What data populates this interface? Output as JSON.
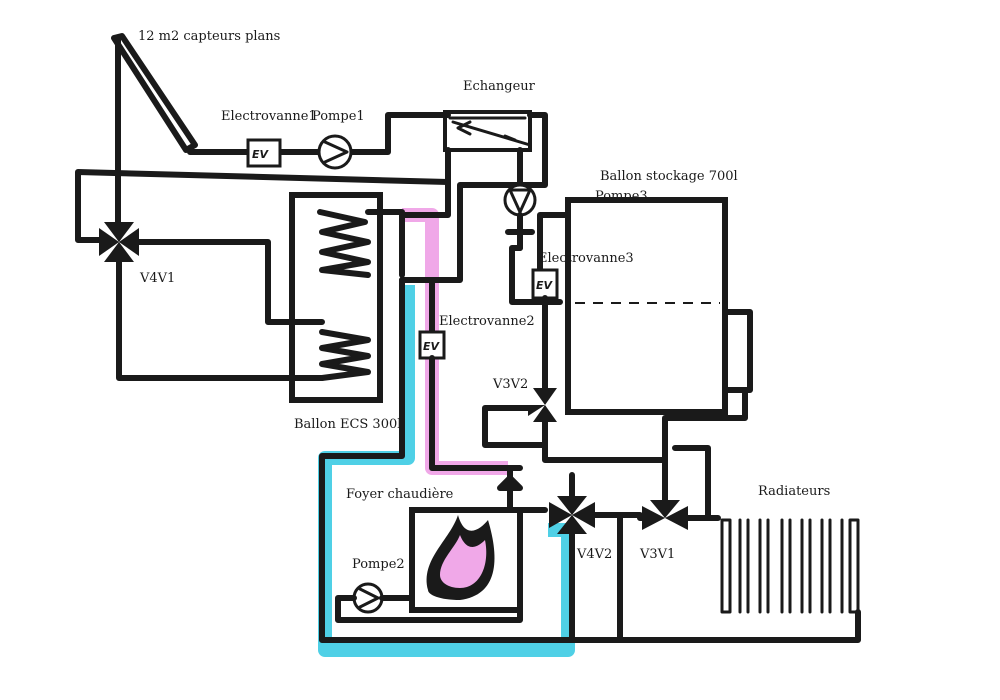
{
  "labels": {
    "collectors": "12 m2 capteurs plans",
    "electrovanne1": "Electrovanne1",
    "pompe1": "Pompe1",
    "echangeur": "Echangeur",
    "ballon_stockage": "Ballon stockage 700l",
    "pompe3": "Pompe3",
    "electrovanne3": "Electrovanne3",
    "electrovanne2": "Electrovanne2",
    "v4v1": "V4V1",
    "ballon_ecs": "Ballon ECS 300l",
    "v3v2": "V3V2",
    "foyer": "Foyer chaudière",
    "pompe2": "Pompe2",
    "v4v2": "V4V2",
    "v3v1": "V3V1",
    "radiateurs": "Radiateurs"
  },
  "ev_mark": "EV",
  "colors": {
    "ink": "#1a1a1a",
    "cyan_highlight": "#4fd0e6",
    "pink_highlight": "#f0a8e8",
    "background": "#ffffff"
  }
}
